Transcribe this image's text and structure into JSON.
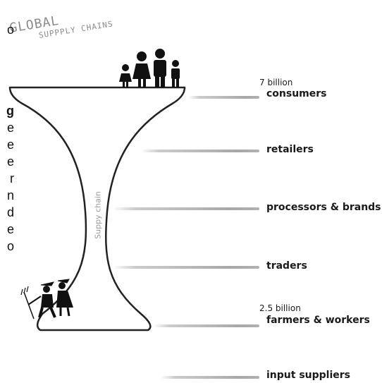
{
  "title": {
    "line1": "GLOBAL",
    "line2": "SUPPPLY CHAINS"
  },
  "left_partial_text": [
    "o",
    "g",
    "e",
    "e",
    "e",
    "r",
    "n",
    "d",
    "e",
    "o"
  ],
  "glass_label": "Suppy chain",
  "stages": [
    {
      "count": "7 billion",
      "label": "consumers"
    },
    {
      "count": "",
      "label": "retailers"
    },
    {
      "count": "",
      "label": "processors & brands"
    },
    {
      "count": "",
      "label": "traders"
    },
    {
      "count": "2.5 billion",
      "label": "farmers & workers"
    },
    {
      "count": "",
      "label": "input suppliers"
    }
  ],
  "colors": {
    "glass_stroke": "#222222",
    "brush_stroke": "#b5b5b5",
    "figures": "#111111"
  }
}
